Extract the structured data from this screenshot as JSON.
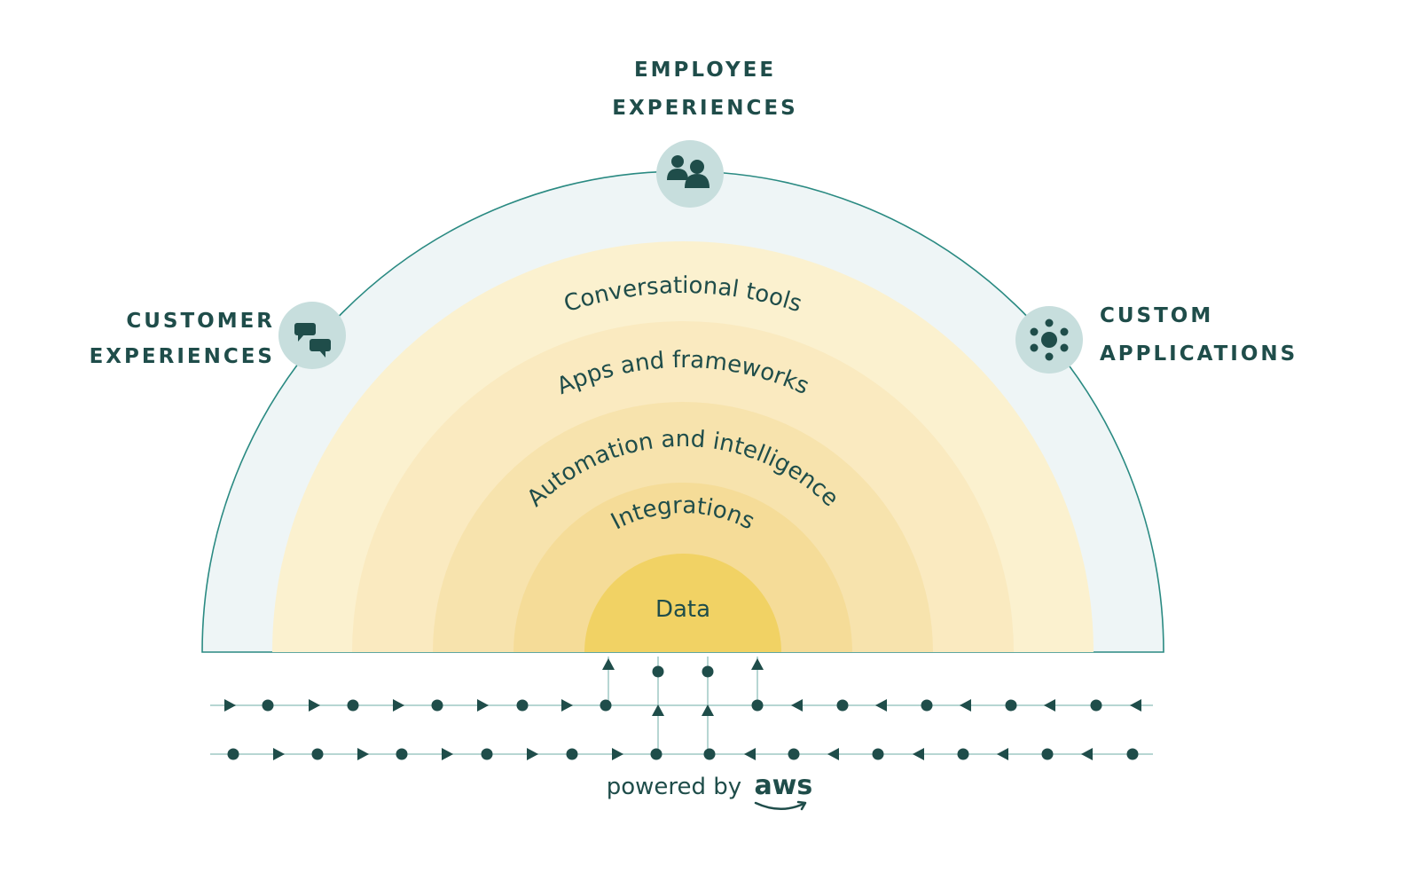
{
  "nodes": {
    "employee": {
      "line1": "EMPLOYEE",
      "line2": "EXPERIENCES",
      "icon": "people-icon"
    },
    "customer": {
      "line1": "CUSTOMER",
      "line2": "EXPERIENCES",
      "icon": "chat-bubbles-icon"
    },
    "custom": {
      "line1": "CUSTOM",
      "line2": "APPLICATIONS",
      "icon": "network-hub-icon"
    }
  },
  "layers": [
    {
      "label": "Conversational tools",
      "color": "#fbf1cf"
    },
    {
      "label": "Apps and frameworks",
      "color": "#faeac0"
    },
    {
      "label": "Automation and intelligence",
      "color": "#f7e3ad"
    },
    {
      "label": "Integrations",
      "color": "#f5dc98"
    },
    {
      "label": "Data",
      "color": "#f1d264"
    }
  ],
  "colors": {
    "outer_band": "#eef5f6",
    "outline": "#2a8a82",
    "icon_circle": "#c7dedd",
    "ink": "#1f4d4a",
    "track": "#b7d6d3"
  },
  "footer": {
    "prefix": "powered by",
    "brand": "aws"
  }
}
